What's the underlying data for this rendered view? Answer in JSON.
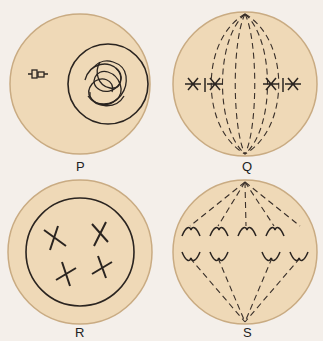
{
  "diagram": {
    "labels": [
      "P",
      "Q",
      "R",
      "S"
    ]
  }
}
